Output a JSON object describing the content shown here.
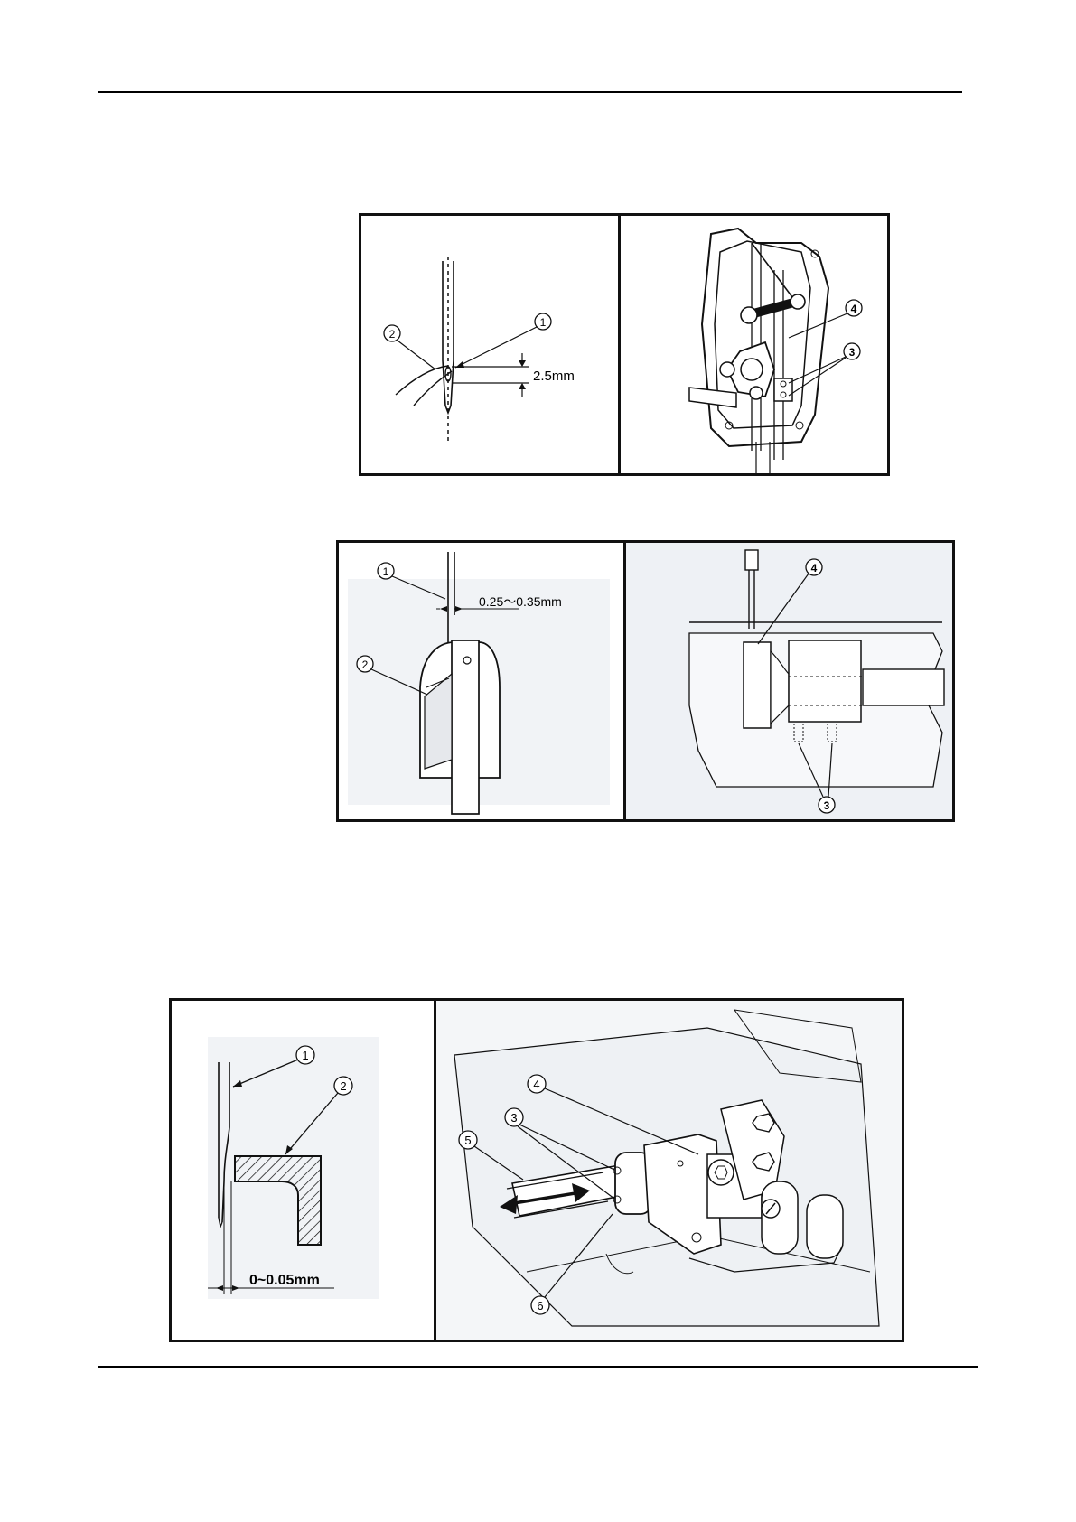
{
  "figure1": {
    "left": {
      "callout_1": "1",
      "callout_2": "2",
      "dimension": "2.5mm"
    },
    "right": {
      "callout_3": "3",
      "callout_4": "4"
    }
  },
  "figure2": {
    "left": {
      "callout_1": "1",
      "callout_2": "2",
      "dimension": "0.25～0.35mm"
    },
    "right": {
      "callout_3": "3",
      "callout_4": "4"
    }
  },
  "figure3": {
    "left": {
      "callout_1": "1",
      "callout_2": "2",
      "dimension": "0~0.05mm"
    },
    "right": {
      "callout_3": "3",
      "callout_4": "4",
      "callout_5": "5",
      "callout_6": "6"
    }
  },
  "colors": {
    "line": "#111111",
    "shade": "#eef1f5",
    "background": "#ffffff"
  }
}
